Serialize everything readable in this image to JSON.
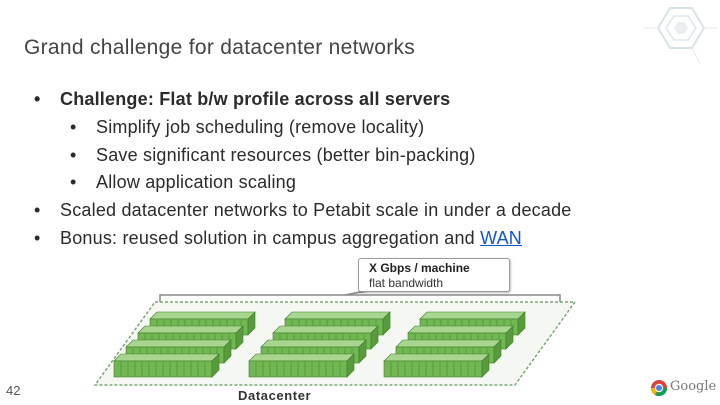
{
  "slide": {
    "title": "Grand challenge for datacenter networks",
    "page_number": "42"
  },
  "bullets": [
    {
      "text": "Challenge:  Flat b/w profile across all servers",
      "level": 1,
      "bold": true
    },
    {
      "text": "Simplify job scheduling (remove locality)",
      "level": 2
    },
    {
      "text": "Save significant resources (better bin-packing)",
      "level": 2
    },
    {
      "text": "Allow application scaling",
      "level": 2
    },
    {
      "text": "Scaled datacenter networks to Petabit scale in under a decade",
      "level": 1
    },
    {
      "text": "Bonus: reused solution in campus aggregation and ",
      "level": 1,
      "link": "WAN"
    }
  ],
  "callout": {
    "line1": "X Gbps / machine",
    "line2": "flat bandwidth"
  },
  "diagram": {
    "label": "Datacenter",
    "rack_color": "#72b852",
    "rack_dark": "#3e7d2a",
    "floor_border": "#7aa874"
  },
  "branding": {
    "logo_text": "Google",
    "hex_logo_icon": "hexagon-logo-icon",
    "chrome_icon": "google-logo-icon"
  }
}
